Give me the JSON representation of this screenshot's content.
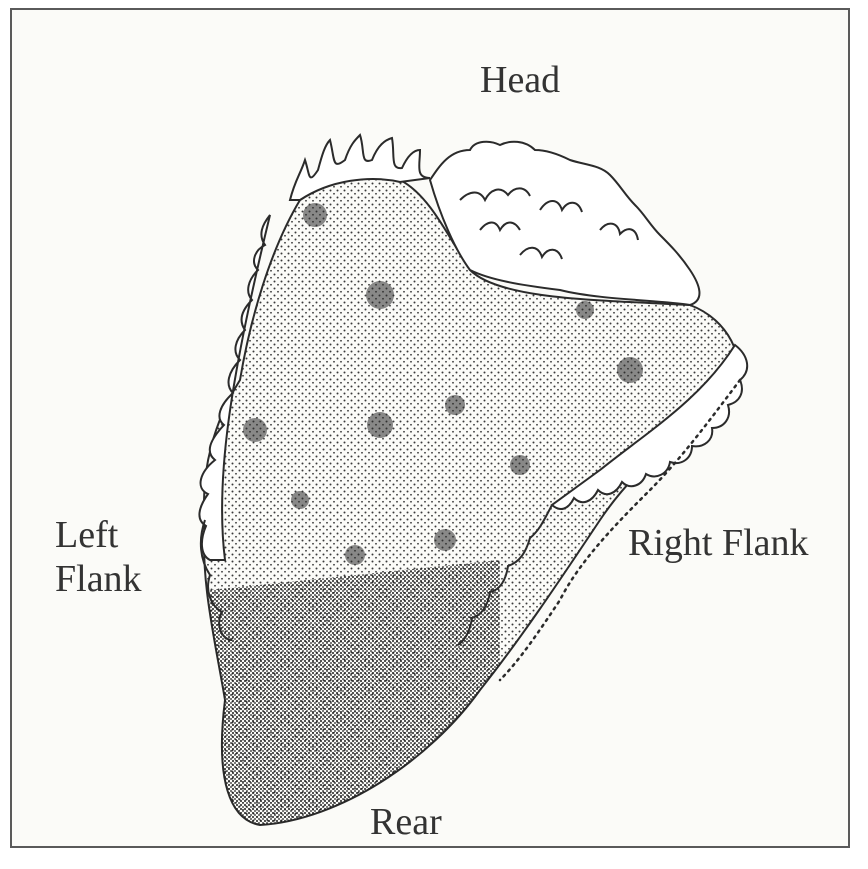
{
  "labels": {
    "head": "Head",
    "right_flank": "Right Flank",
    "left_flank_line1": "Left",
    "left_flank_line2": "Flank",
    "rear": "Rear"
  },
  "colors": {
    "ink": "#2b2b2b",
    "paper": "#fbfbf8",
    "border": "#5a5a5a",
    "burned_stipple": "#3a3a3a",
    "rear_dense": "#1e1e1e"
  }
}
